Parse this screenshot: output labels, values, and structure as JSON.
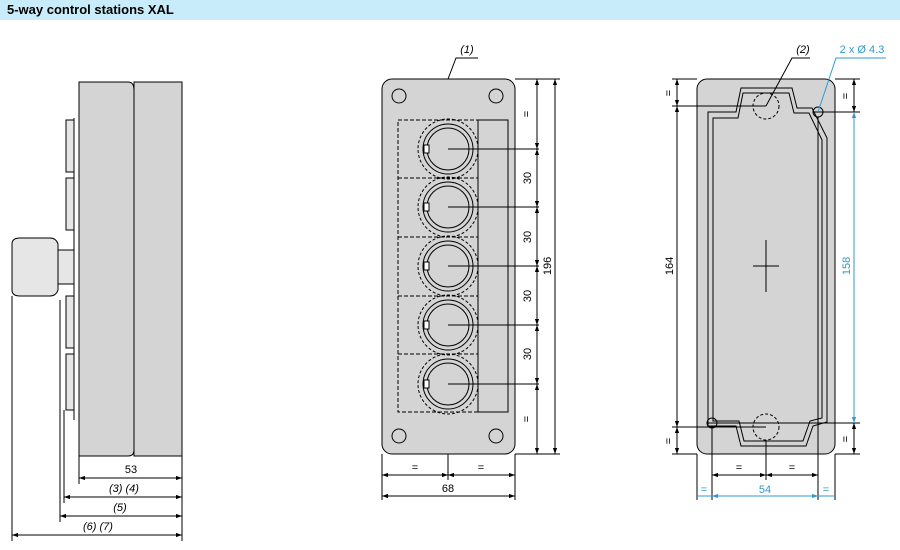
{
  "page": {
    "title": "5-way control stations XAL"
  },
  "colors": {
    "title_bg": "#c8ecf9",
    "enclosure": "#d4d4d4",
    "line": "#000000",
    "cyan": "#3399cc"
  },
  "side_view": {
    "dims": {
      "d53": "53",
      "d34": "(3) (4)",
      "d5": "(5)",
      "d67": "(6) (7)"
    }
  },
  "front_view": {
    "callout": "(1)",
    "pitches": [
      "30",
      "30",
      "30",
      "30"
    ],
    "equals_top": "=",
    "equals_bottom": "=",
    "height": "196",
    "equals_left": "=",
    "equals_right": "=",
    "width": "68",
    "button_count": 5
  },
  "rear_view": {
    "callout": "(2)",
    "holes": "2 x Ø 4.3",
    "left_equals_top": "=",
    "left_equals_bottom": "=",
    "height": "164",
    "right_equals_top": "=",
    "right_equals_bottom": "=",
    "spacing": "158",
    "inner_equals_left": "=",
    "inner_equals_right": "=",
    "outer_equals_left": "=",
    "outer_equals_right": "=",
    "width": "54"
  }
}
